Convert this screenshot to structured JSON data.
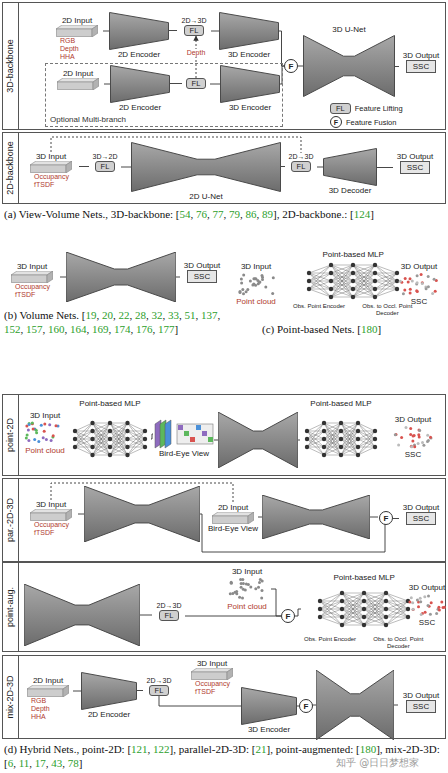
{
  "diagram": {
    "nodes": [
      {
        "text": [
          "3D-backbone"
        ]
      },
      {
        "text": [
          "2D Input",
          "RGB Depth HHA"
        ],
        "in": 0
      },
      {
        "text": [
          "2D Encoder"
        ],
        "in": 0
      },
      {
        "text": [
          "2D→3D",
          "FL"
        ],
        "in": 0
      },
      {
        "text": [
          "3D Encoder"
        ],
        "in": 0
      },
      {
        "text": [
          "Optional Multi-branch"
        ],
        "in": 0
      },
      {
        "text": [
          "2D Input"
        ],
        "in": 5
      },
      {
        "text": [
          "2D Encoder"
        ],
        "in": 5
      },
      {
        "text": [
          "FL"
        ],
        "in": 5
      },
      {
        "text": [
          "3D Encoder"
        ],
        "in": 5
      },
      {
        "text": [
          "F"
        ],
        "in": 0
      },
      {
        "text": [
          "3D U-Net"
        ],
        "in": 0
      },
      {
        "text": [
          "3D Output",
          "SSC"
        ],
        "in": 0
      },
      {
        "text": [
          "2D-backbone"
        ]
      },
      {
        "text": [
          "3D Input",
          "Occupancy fTSDF"
        ],
        "in": 13
      },
      {
        "text": [
          "3D→2D",
          "FL"
        ],
        "in": 13
      },
      {
        "text": [
          "2D U-Net"
        ],
        "in": 13
      },
      {
        "text": [
          "2D→3D",
          "FL"
        ],
        "in": 13
      },
      {
        "text": [
          "3D Decoder"
        ],
        "in": 13
      },
      {
        "text": [
          "3D Output",
          "SSC"
        ],
        "in": 13
      },
      {
        "text": [
          "3D Input",
          "Occupancy fTSDF"
        ]
      },
      {
        "text": [
          "3D Output",
          "SSC"
        ]
      },
      {
        "text": [
          "3D Input",
          "Point cloud"
        ]
      },
      {
        "text": [
          "Point-based MLP",
          "Obs. Point Encoder",
          "Obs. to Occl. Point Decoder"
        ]
      },
      {
        "text": [
          "3D Output",
          "SSC"
        ]
      },
      {
        "text": [
          "point-2D"
        ]
      },
      {
        "text": [
          "3D Input",
          "Point cloud"
        ],
        "in": 25
      },
      {
        "text": [
          "Point-based MLP"
        ],
        "in": 25
      },
      {
        "text": [
          "Bird-Eye View"
        ],
        "in": 25
      },
      {
        "text": [
          "Point-based MLP"
        ],
        "in": 25
      },
      {
        "text": [
          "3D Output",
          "SSC"
        ],
        "in": 25
      },
      {
        "text": [
          "par.-2D-3D"
        ]
      },
      {
        "text": [
          "3D Input",
          "Occupancy fTSDF"
        ],
        "in": 31
      },
      {
        "text": [
          "2D Input",
          "Bird-Eye View"
        ],
        "in": 31
      },
      {
        "text": [
          "F"
        ],
        "in": 31
      },
      {
        "text": [
          "3D Output",
          "SSC"
        ],
        "in": 31
      },
      {
        "text": [
          "point-aug."
        ]
      },
      {
        "text": [
          "2D→3D",
          "FL"
        ],
        "in": 36
      },
      {
        "text": [
          "3D Input",
          "Point cloud"
        ],
        "in": 36
      },
      {
        "text": [
          "F"
        ],
        "in": 36
      },
      {
        "text": [
          "Point-based MLP",
          "Obs. Point Encoder",
          "Obs. to Occl. Point Decoder"
        ],
        "in": 36
      },
      {
        "text": [
          "3D Output",
          "SSC"
        ],
        "in": 36
      },
      {
        "text": [
          "mix-2D-3D"
        ]
      },
      {
        "text": [
          "2D Input",
          "RGB Depth HHA"
        ],
        "in": 42
      },
      {
        "text": [
          "2D Encoder"
        ],
        "in": 42
      },
      {
        "text": [
          "2D→3D",
          "FL"
        ],
        "in": 42
      },
      {
        "text": [
          "3D Input",
          "Occupancy fTSDF"
        ],
        "in": 42
      },
      {
        "text": [
          "3D Encoder"
        ],
        "in": 42
      },
      {
        "text": [
          "F"
        ],
        "in": 42
      },
      {
        "text": [
          "3D Output",
          "SSC"
        ],
        "in": 42
      }
    ],
    "edges": [
      {
        "from": 1,
        "to": 2,
        "arrow": "none"
      },
      {
        "from": 2,
        "to": 3,
        "arrow": "none"
      },
      {
        "from": 3,
        "to": 4,
        "arrow": "none"
      },
      {
        "from": 4,
        "to": 10,
        "arrow": "none"
      },
      {
        "from": 10,
        "to": 11,
        "arrow": "none"
      },
      {
        "from": 11,
        "to": 12,
        "arrow": "none"
      },
      {
        "from": 6,
        "to": 7,
        "arrow": "none"
      },
      {
        "from": 7,
        "to": 8,
        "arrow": "none"
      },
      {
        "from": 8,
        "to": 9,
        "arrow": "none"
      },
      {
        "from": 9,
        "to": 10,
        "arrow": "none"
      },
      {
        "from": 8,
        "to": 3,
        "label": "Depth",
        "arrow": "to"
      },
      {
        "from": 14,
        "to": 15,
        "arrow": "none"
      },
      {
        "from": 15,
        "to": 16,
        "arrow": "none"
      },
      {
        "from": 16,
        "to": 17,
        "arrow": "none"
      },
      {
        "from": 17,
        "to": 18,
        "arrow": "none"
      },
      {
        "from": 18,
        "to": 19,
        "arrow": "none"
      },
      {
        "from": 14,
        "to": 17,
        "arrow": "none"
      },
      {
        "from": 27,
        "to": 28,
        "arrow": "none"
      },
      {
        "from": 32,
        "to": 33,
        "arrow": "none"
      },
      {
        "from": 34,
        "to": 35,
        "arrow": "none"
      },
      {
        "from": 37,
        "to": 39,
        "arrow": "none"
      },
      {
        "from": 38,
        "to": 39,
        "arrow": "none"
      },
      {
        "from": 39,
        "to": 40,
        "arrow": "none"
      },
      {
        "from": 43,
        "to": 44,
        "arrow": "none"
      },
      {
        "from": 44,
        "to": 45,
        "arrow": "none"
      },
      {
        "from": 45,
        "to": 47,
        "arrow": "none"
      },
      {
        "from": 47,
        "to": 48,
        "arrow": "none"
      }
    ],
    "labels": [
      "(a) View-Volume Nets., 3D-backbone: [54, 76, 77, 79, 86, 89], 2D-backbone.: [124]",
      "(b) Volume Nets. [19, 20, 22, 28, 32, 33, 51, 137, 152, 157, 160, 164, 169, 174, 176, 177]",
      "(c) Point-based Nets. [180]",
      "(d) Hybrid Nets., point-2D: [121, 122], parallel-2D-3D: [21], point-augmented: [180], mix-2D-3D: [6, 11, 17, 43, 78]",
      "FL",
      "F",
      "知乎 @日日梦想家"
    ],
    "legend": [
      {
        "text": "Feature Lifting"
      },
      {
        "text": "Feature Fusion"
      }
    ]
  }
}
